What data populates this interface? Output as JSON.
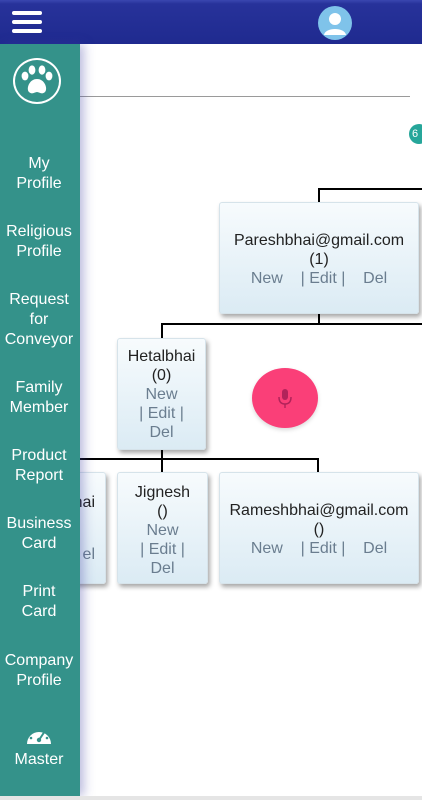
{
  "icons": {
    "menu": "hamburger-icon",
    "profile": "user-avatar-icon",
    "logo": "paw-icon",
    "fab": "microphone-icon",
    "master": "speedometer-icon"
  },
  "colors": {
    "topbar": "#1f2a8f",
    "sidebar": "#34928a",
    "fab": "#fa3f78",
    "action_text": "#6a7d8f",
    "badge": "#26a69a"
  },
  "badge": "6",
  "sidebar": {
    "items": [
      {
        "label": "My\nProfile"
      },
      {
        "label": "Religious\nProfile"
      },
      {
        "label": "Request\nfor\nConveyor"
      },
      {
        "label": "Family\nMember"
      },
      {
        "label": "Product\nReport"
      },
      {
        "label": "Business\nCard"
      },
      {
        "label": "Print\nCard"
      },
      {
        "label": "Company\nProfile"
      }
    ],
    "master": "Master"
  },
  "tree": {
    "root": {
      "name": "Pareshbhai@gmail.com",
      "count": "(1)",
      "new": "New",
      "edit": "| Edit |",
      "del": "Del"
    },
    "hetal": {
      "name": "Hetalbhai",
      "count": "(0)",
      "new": "New",
      "edit": "| Edit |",
      "del": "Del"
    },
    "partial": {
      "name": "hai",
      "del": "el"
    },
    "jignesh": {
      "name": "Jignesh",
      "count": "()",
      "new": "New",
      "edit": "| Edit |",
      "del": "Del"
    },
    "ramesh": {
      "name": "Rameshbhai@gmail.com",
      "count": "()",
      "new": "New",
      "edit": "| Edit |",
      "del": "Del"
    }
  }
}
